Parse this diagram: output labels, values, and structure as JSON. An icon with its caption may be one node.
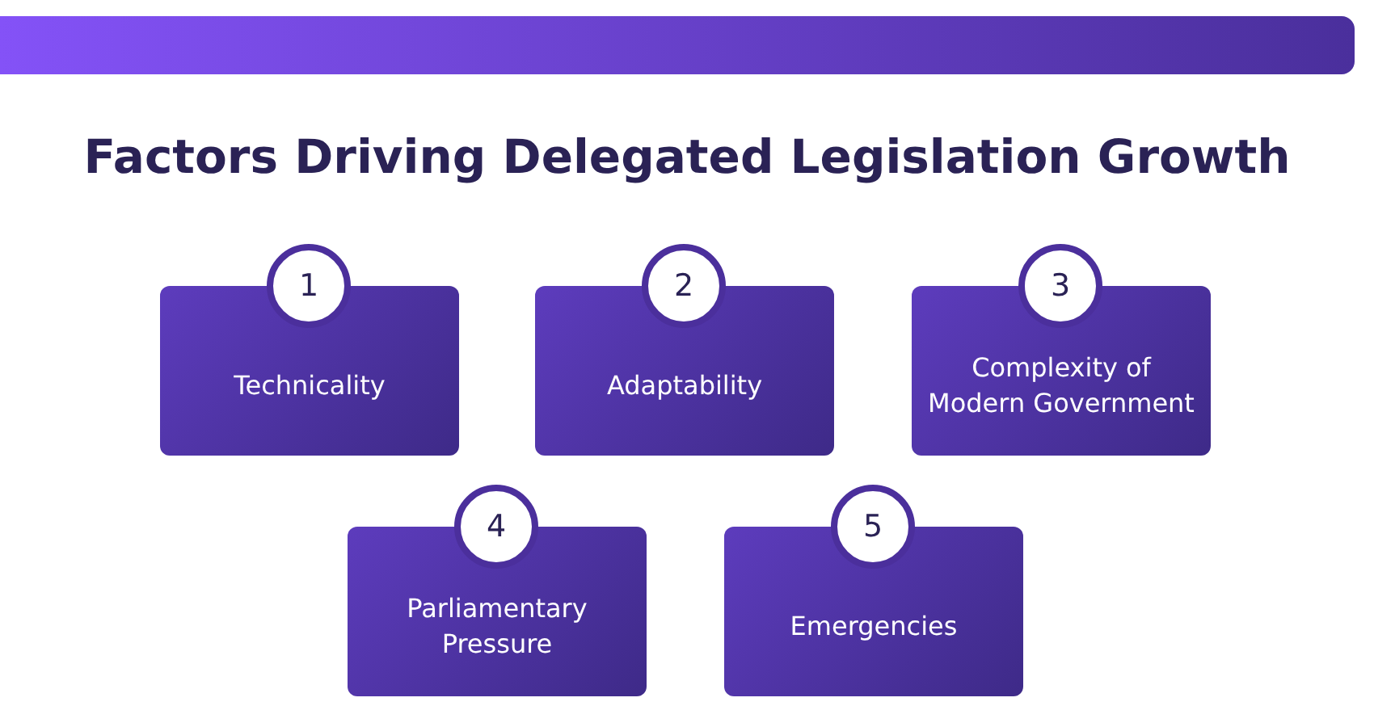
{
  "diagram": {
    "title": "Factors Driving Delegated Legislation Growth",
    "nodes": [
      {
        "text": [
          "1"
        ]
      },
      {
        "text": [
          "Technicality"
        ]
      },
      {
        "text": [
          "2"
        ]
      },
      {
        "text": [
          "Adaptability"
        ]
      },
      {
        "text": [
          "3"
        ]
      },
      {
        "text": [
          "Complexity of Modern Government"
        ]
      },
      {
        "text": [
          "4"
        ]
      },
      {
        "text": [
          "Parliamentary Pressure"
        ]
      },
      {
        "text": [
          "5"
        ]
      },
      {
        "text": [
          "Emergencies"
        ]
      }
    ],
    "edges": []
  }
}
